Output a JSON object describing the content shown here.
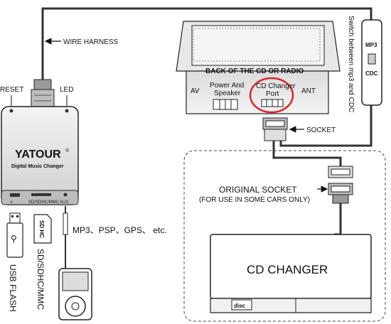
{
  "labels": {
    "wire_harness": "WIRE HARNESS",
    "reset": "RESET",
    "led": "LED",
    "brand": "YATOUR",
    "registered": "®",
    "brand_sub": "Digital Music Changer",
    "port_usb": "⟡",
    "port_sd": "SD/SDHC/MMC",
    "port_aux": "AUX",
    "usb_flash": "USB FLASH",
    "sd_card": "SD/SDHC/MMC",
    "sd_logo": "SD HC",
    "aux_devices": "MP3、PSP、GPS、 etc.",
    "back_of_radio": "BACK OF THE CD OR RADIO",
    "av": "AV",
    "power_speaker_1": "Power And",
    "power_speaker_2": "Speaker",
    "cd_changer_port_1": "CD Changer",
    "cd_changer_port_2": "Port",
    "ant": "ANT",
    "socket": "SOCKET",
    "switch_text": "Switch between mp3 and CDC",
    "switch_mp3": "MP3",
    "switch_cdc": "CDC",
    "original_socket": "ORIGINAL SOCKET",
    "original_socket_note": "(FOR USE IN SOME CARS ONLY)",
    "cd_changer": "CD CHANGER",
    "disc_logo": "disc"
  },
  "colors": {
    "line": "#1a1a1a",
    "accent_red": "#d8262c",
    "panel_gray": "#cfcfcf",
    "device_dark": "#3a3a3a"
  }
}
